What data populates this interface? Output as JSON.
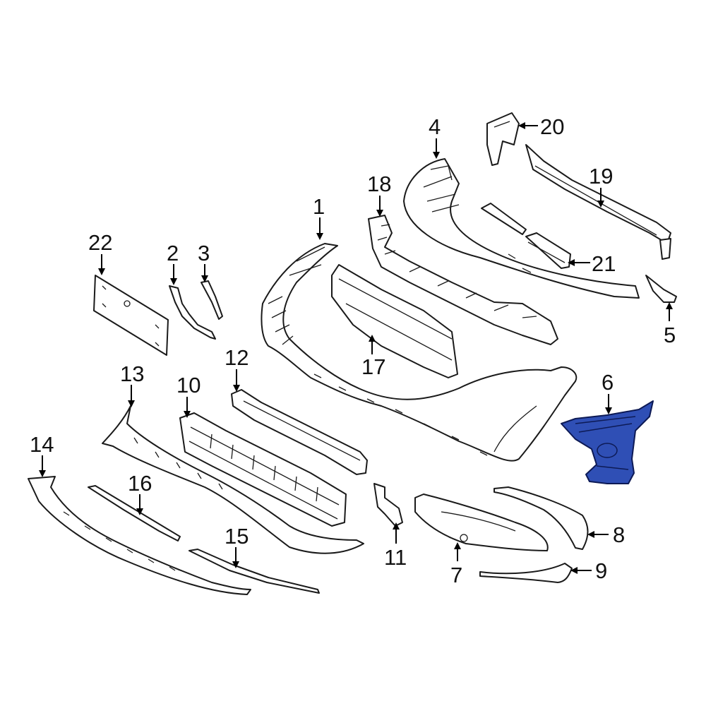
{
  "callouts": [
    {
      "id": "1",
      "label": "1"
    },
    {
      "id": "2",
      "label": "2"
    },
    {
      "id": "3",
      "label": "3"
    },
    {
      "id": "4",
      "label": "4"
    },
    {
      "id": "5",
      "label": "5"
    },
    {
      "id": "6",
      "label": "6"
    },
    {
      "id": "7",
      "label": "7"
    },
    {
      "id": "8",
      "label": "8"
    },
    {
      "id": "9",
      "label": "9"
    },
    {
      "id": "10",
      "label": "10"
    },
    {
      "id": "11",
      "label": "11"
    },
    {
      "id": "12",
      "label": "12"
    },
    {
      "id": "13",
      "label": "13"
    },
    {
      "id": "14",
      "label": "14"
    },
    {
      "id": "15",
      "label": "15"
    },
    {
      "id": "16",
      "label": "16"
    },
    {
      "id": "17",
      "label": "17"
    },
    {
      "id": "18",
      "label": "18"
    },
    {
      "id": "19",
      "label": "19"
    },
    {
      "id": "20",
      "label": "20"
    },
    {
      "id": "21",
      "label": "21"
    },
    {
      "id": "22",
      "label": "22"
    }
  ],
  "highlighted_part": "6",
  "colors": {
    "highlight": "#2f4fb5",
    "line": "#1a1a1a",
    "background": "#ffffff"
  }
}
